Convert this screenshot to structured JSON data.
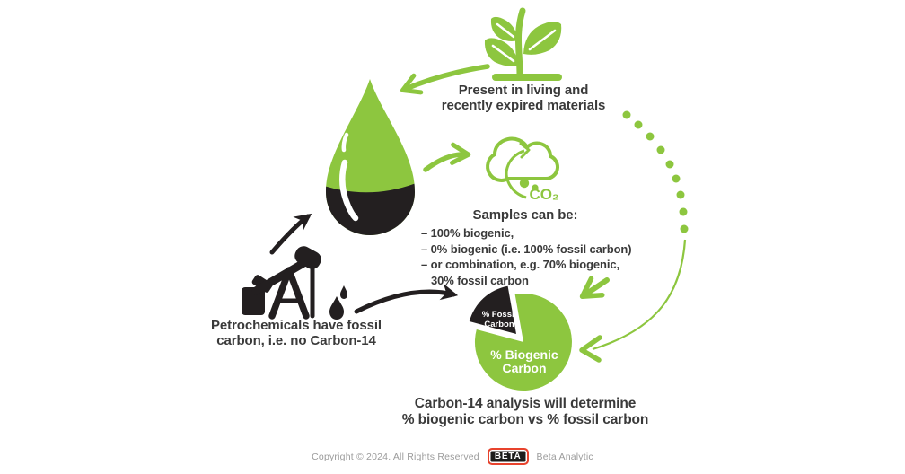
{
  "title": "Carbon-14 biobased analysis infographic",
  "colors": {
    "accent_green": "#8dc63f",
    "icon_black": "#231f20",
    "text_dark": "#3a3a3a",
    "logo_red": "#e8432d",
    "footer_gray": "#9b9b9b",
    "white": "#ffffff"
  },
  "icons": {
    "plant": "sprout-icon",
    "drop": "oil-drop-icon",
    "cloud": "co2-cloud-icon",
    "pumpjack": "oil-pumpjack-icon",
    "droplets": "oil-droplets-icon",
    "dotted_arc": "dotted-arc",
    "arrows": [
      "curved-arrow-green-top",
      "curved-arrow-green-mid",
      "arrow-green-to-pie-upper",
      "arc-arrow-green-to-pie-lower",
      "curved-arrow-black-to-drop",
      "curved-arrow-black-to-pie"
    ]
  },
  "nodes": {
    "plant": {
      "caption_line1": "Present in living and",
      "caption_line2": "recently expired materials"
    },
    "cloud": {
      "label": "CO₂"
    },
    "samples": {
      "heading": "Samples can be:",
      "items": [
        "– 100% biogenic,",
        "– 0% biogenic (i.e. 100% fossil carbon)",
        "– or combination, e.g. 70% biogenic,",
        "30% fossil carbon"
      ]
    },
    "petro": {
      "caption_line1": "Petrochemicals have fossil",
      "caption_line2": "carbon, i.e. no Carbon-14"
    },
    "pie": {
      "fossil_label_line1": "% Fossil",
      "fossil_label_line2": "Carbon",
      "biogenic_label_line1": "% Biogenic",
      "biogenic_label_line2": "Carbon"
    },
    "conclusion": {
      "line1": "Carbon-14 analysis will determine",
      "line2": "% biogenic carbon vs % fossil carbon"
    }
  },
  "footer": {
    "copyright": "Copyright © 2024. All Rights Reserved",
    "logo_text": "BETA",
    "brand": "Beta Analytic"
  }
}
